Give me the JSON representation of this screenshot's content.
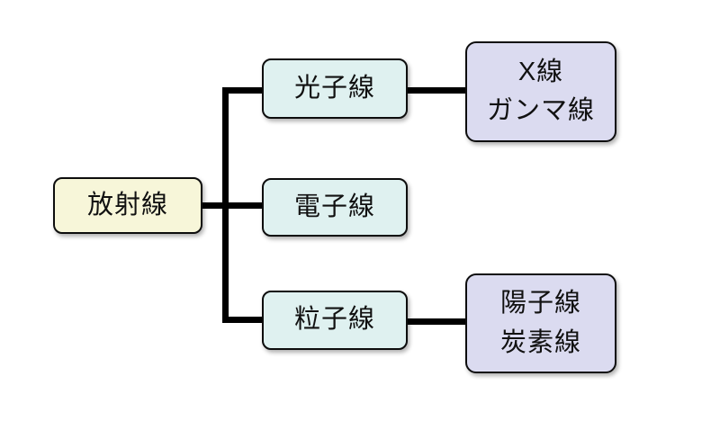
{
  "diagram": {
    "title": "radiation-types-tree",
    "background_color": "#ffffff",
    "connector_color": "#000000",
    "border_color": "#0d0d0d",
    "nodes": {
      "root": {
        "id": "root",
        "label": "放射線",
        "fill": "#f7f6d9",
        "level": 0
      },
      "photon": {
        "id": "photon",
        "label": "光子線",
        "fill": "#dff1f0",
        "level": 1
      },
      "electron": {
        "id": "electron",
        "label": "電子線",
        "fill": "#dff1f0",
        "level": 1
      },
      "particle": {
        "id": "particle",
        "label": "粒子線",
        "fill": "#dff1f0",
        "level": 1
      },
      "xray_gamma": {
        "id": "xray_gamma",
        "line1": "X線",
        "line2": "ガンマ線",
        "fill": "#dbdbf0",
        "level": 2
      },
      "proton_carbon": {
        "id": "proton_carbon",
        "line1": "陽子線",
        "line2": "炭素線",
        "fill": "#dbdbf0",
        "level": 2
      }
    },
    "edges": [
      {
        "from": "root",
        "to": "photon"
      },
      {
        "from": "root",
        "to": "electron"
      },
      {
        "from": "root",
        "to": "particle"
      },
      {
        "from": "photon",
        "to": "xray_gamma"
      },
      {
        "from": "particle",
        "to": "proton_carbon"
      }
    ]
  }
}
